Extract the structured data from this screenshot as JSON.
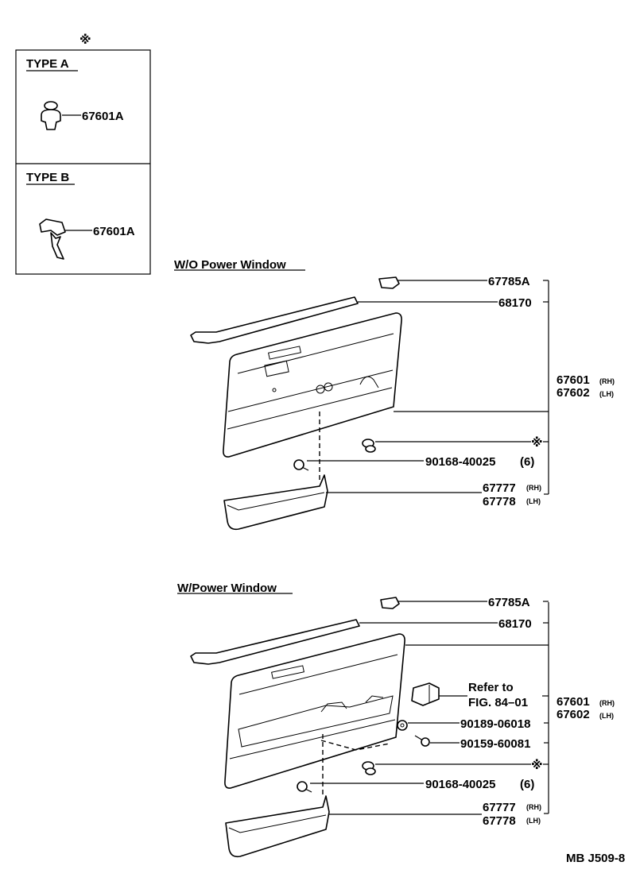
{
  "legend": {
    "symbol": "※",
    "type_a": {
      "title": "TYPE A",
      "part": "67601A"
    },
    "type_b": {
      "title": "TYPE B",
      "part": "67601A"
    }
  },
  "wo_power": {
    "title": "W/O Power Window",
    "labels": {
      "armrest_base": "67785A",
      "weatherstrip": "68170",
      "panel_main": "67601",
      "panel_main_side": "(RH)",
      "panel_alt": "67602",
      "panel_alt_side": "(LH)",
      "clip_symbol": "※",
      "screw": "90168-40025",
      "screw_qty": "(6)",
      "pocket_main": "67777",
      "pocket_main_side": "(RH)",
      "pocket_alt": "67778",
      "pocket_alt_side": "(LH)"
    }
  },
  "w_power": {
    "title": "W/Power Window",
    "labels": {
      "armrest_base": "67785A",
      "weatherstrip": "68170",
      "refer_line1": "Refer to",
      "refer_line2": "FIG. 84–01",
      "panel_main": "67601",
      "panel_main_side": "(RH)",
      "panel_alt": "67602",
      "panel_alt_side": "(LH)",
      "nut": "90189-06018",
      "bolt": "90159-60081",
      "clip_symbol": "※",
      "screw": "90168-40025",
      "screw_qty": "(6)",
      "pocket_main": "67777",
      "pocket_main_side": "(RH)",
      "pocket_alt": "67778",
      "pocket_alt_side": "(LH)"
    }
  },
  "footer": {
    "code": "MB J509-8"
  }
}
